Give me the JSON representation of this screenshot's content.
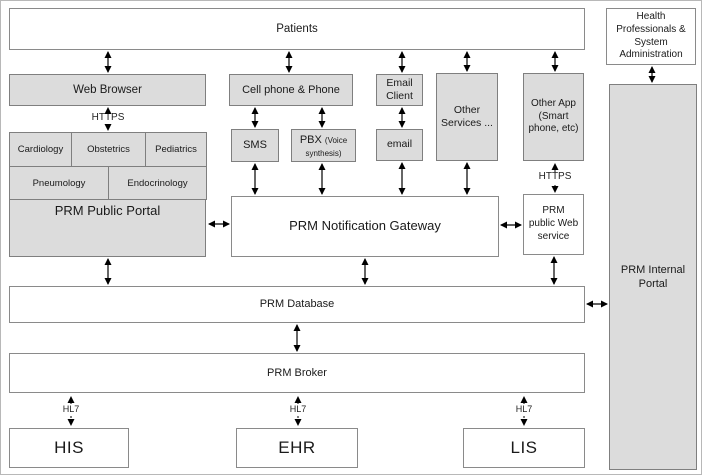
{
  "nodes": {
    "patients": "Patients",
    "health_professionals": "Health\nProfessionals &\nSystem\nAdministration",
    "web_browser": "Web Browser",
    "cell_phone": "Cell phone & Phone",
    "email_client": "Email\nClient",
    "other_services": "Other\nServices ...",
    "other_app": "Other App\n(Smart\nphone, etc)",
    "internal_portal": "PRM Internal\nPortal",
    "sms": "SMS",
    "pbx_main": "PBX",
    "pbx_sub": "(Voice synthesis)",
    "email": "email",
    "specialties": [
      "Cardiology",
      "Obstetrics",
      "Pediatrics",
      "Pneumology",
      "Endocrinology"
    ],
    "public_portal": "PRM Public Portal",
    "notification_gateway": "PRM Notification Gateway",
    "public_web_service": "PRM\npublic Web\nservice",
    "database": "PRM Database",
    "broker": "PRM Broker",
    "his": "HIS",
    "ehr": "EHR",
    "lis": "LIS"
  },
  "edge_labels": {
    "https_web_browser": "HTTPS",
    "https_other_app": "HTTPS",
    "hl7_his": "HL7",
    "hl7_ehr": "HL7",
    "hl7_lis": "HL7"
  },
  "colors": {
    "node_fill_gray": "#dcdcdc",
    "node_fill_white": "#ffffff",
    "node_border": "#7f7f7f",
    "arrow": "#000000",
    "text": "#1a1a1a"
  }
}
